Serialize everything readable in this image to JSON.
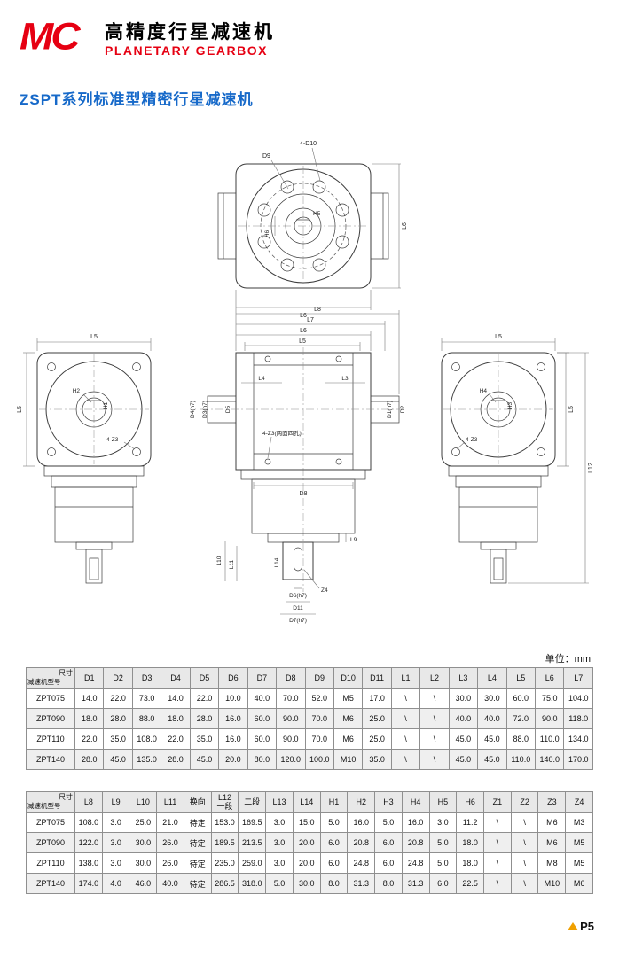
{
  "header": {
    "logo_text": "MC",
    "title_cn": "高精度行星减速机",
    "title_en": "PLANETARY GEARBOX"
  },
  "section_title": "ZSPT系列标准型精密行星减速机",
  "units_label": "单位：mm",
  "page_number": "P5",
  "colors": {
    "accent_red": "#e60012",
    "heading_blue": "#1669c9",
    "table_header_bg": "#e8e8e8",
    "footer_mark_orange": "#f0a000"
  },
  "drawings": {
    "front": {
      "labels": {
        "bolt": "4-D10",
        "d9": "D9",
        "h5": "H5",
        "h6": "H6",
        "l6_right": "L6",
        "l6_bottom": "L6"
      }
    },
    "left": {
      "labels": {
        "l5_top": "L5",
        "h2": "H2",
        "h1": "H1",
        "l5_left": "L5",
        "z3": "4-Z3"
      }
    },
    "center": {
      "labels": {
        "l8": "L8",
        "l7": "L7",
        "l6": "L6",
        "l5": "L5",
        "l4": "L4",
        "l3": "L3",
        "d5": "D5",
        "d3": "D3(h7)",
        "d4": "D4(h7)",
        "d1": "D1(h7)",
        "d2": "D2",
        "z3": "4-Z3(两面四孔)",
        "d8": "D8",
        "l10": "L10",
        "l11": "L11",
        "l14": "L14",
        "l9": "L9",
        "d6": "D6(h7)",
        "d11": "D11",
        "d7": "D7(h7)",
        "z4": "Z4"
      }
    },
    "right": {
      "labels": {
        "l5_top": "L5",
        "h4": "H4",
        "h3": "H3",
        "z3": "4-Z3",
        "l5_right": "L5",
        "l12": "L12"
      }
    }
  },
  "table1": {
    "corner": {
      "top": "尺寸",
      "bottom": "减速机型号"
    },
    "columns": [
      "D1",
      "D2",
      "D3",
      "D4",
      "D5",
      "D6",
      "D7",
      "D8",
      "D9",
      "D10",
      "D11",
      "L1",
      "L2",
      "L3",
      "L4",
      "L5",
      "L6",
      "L7"
    ],
    "rows": [
      {
        "model": "ZPT075",
        "values": [
          "14.0",
          "22.0",
          "73.0",
          "14.0",
          "22.0",
          "10.0",
          "40.0",
          "70.0",
          "52.0",
          "M5",
          "17.0",
          "\\",
          "\\",
          "30.0",
          "30.0",
          "60.0",
          "75.0",
          "104.0"
        ]
      },
      {
        "model": "ZPT090",
        "values": [
          "18.0",
          "28.0",
          "88.0",
          "18.0",
          "28.0",
          "16.0",
          "60.0",
          "90.0",
          "70.0",
          "M6",
          "25.0",
          "\\",
          "\\",
          "40.0",
          "40.0",
          "72.0",
          "90.0",
          "118.0"
        ]
      },
      {
        "model": "ZPT110",
        "values": [
          "22.0",
          "35.0",
          "108.0",
          "22.0",
          "35.0",
          "16.0",
          "60.0",
          "90.0",
          "70.0",
          "M6",
          "25.0",
          "\\",
          "\\",
          "45.0",
          "45.0",
          "88.0",
          "110.0",
          "134.0"
        ]
      },
      {
        "model": "ZPT140",
        "values": [
          "28.0",
          "45.0",
          "135.0",
          "28.0",
          "45.0",
          "20.0",
          "80.0",
          "120.0",
          "100.0",
          "M10",
          "35.0",
          "\\",
          "\\",
          "45.0",
          "45.0",
          "110.0",
          "140.0",
          "170.0"
        ]
      }
    ]
  },
  "table2": {
    "corner": {
      "top": "尺寸",
      "bottom": "减速机型号"
    },
    "columns": [
      "L8",
      "L9",
      "L10",
      "L11",
      "换向",
      "L12\n一段",
      "二段",
      "L13",
      "L14",
      "H1",
      "H2",
      "H3",
      "H4",
      "H5",
      "H6",
      "Z1",
      "Z2",
      "Z3",
      "Z4"
    ],
    "rows": [
      {
        "model": "ZPT075",
        "values": [
          "108.0",
          "3.0",
          "25.0",
          "21.0",
          "待定",
          "153.0",
          "169.5",
          "3.0",
          "15.0",
          "5.0",
          "16.0",
          "5.0",
          "16.0",
          "3.0",
          "11.2",
          "\\",
          "\\",
          "M6",
          "M3"
        ]
      },
      {
        "model": "ZPT090",
        "values": [
          "122.0",
          "3.0",
          "30.0",
          "26.0",
          "待定",
          "189.5",
          "213.5",
          "3.0",
          "20.0",
          "6.0",
          "20.8",
          "6.0",
          "20.8",
          "5.0",
          "18.0",
          "\\",
          "\\",
          "M6",
          "M5"
        ]
      },
      {
        "model": "ZPT110",
        "values": [
          "138.0",
          "3.0",
          "30.0",
          "26.0",
          "待定",
          "235.0",
          "259.0",
          "3.0",
          "20.0",
          "6.0",
          "24.8",
          "6.0",
          "24.8",
          "5.0",
          "18.0",
          "\\",
          "\\",
          "M8",
          "M5"
        ]
      },
      {
        "model": "ZPT140",
        "values": [
          "174.0",
          "4.0",
          "46.0",
          "40.0",
          "待定",
          "286.5",
          "318.0",
          "5.0",
          "30.0",
          "8.0",
          "31.3",
          "8.0",
          "31.3",
          "6.0",
          "22.5",
          "\\",
          "\\",
          "M10",
          "M6"
        ]
      }
    ]
  }
}
